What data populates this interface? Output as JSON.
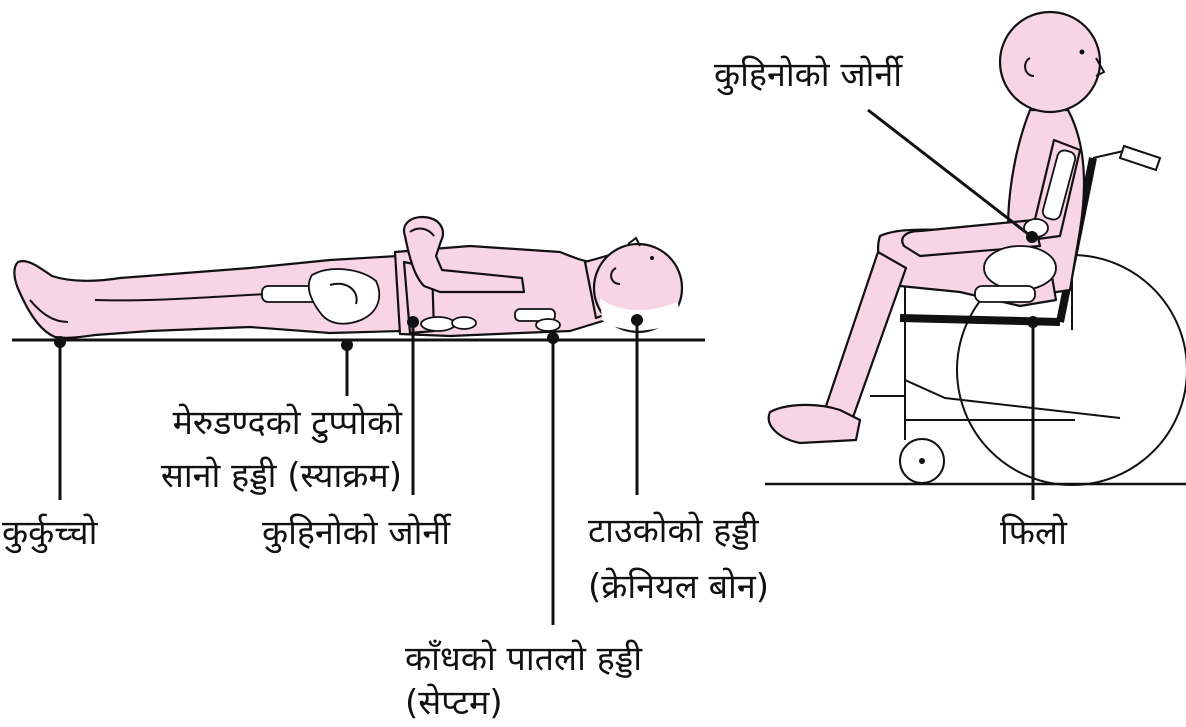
{
  "labels": {
    "wheelchair_elbow": "कुहिनोको जोर्नी",
    "sacrum_line1": "मेरुडण्दको टुप्पोको",
    "sacrum_line2": "सानो हड्डी (स्याक्रम)",
    "heel": "कुर्कुच्चो",
    "elbow": "कुहिनोको जोर्नी",
    "skull_line1": "टाउकोको हड्डी",
    "skull_line2": "(क्रेनियल बोन)",
    "shoulder_line1": "काँधको पातलो हड्डी",
    "shoulder_line2": "(सेप्टम)",
    "buttock": "फिलो"
  },
  "colors": {
    "skin": "#f8d5e5",
    "outline": "#111111",
    "bone": "#ffffff",
    "background": "#ffffff"
  }
}
